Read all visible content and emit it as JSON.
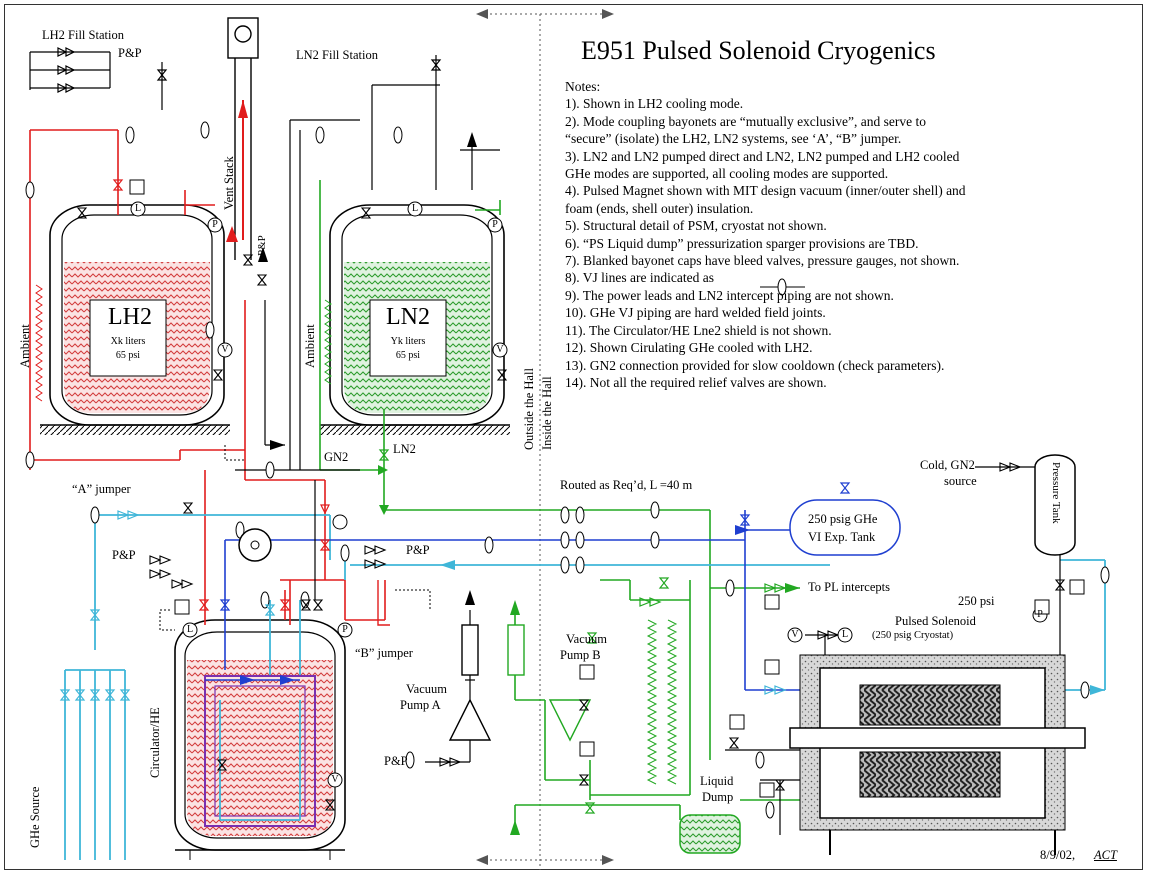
{
  "title": "E951 Pulsed Solenoid Cryogenics",
  "notes": {
    "heading": "Notes:",
    "items": [
      "1). Shown in LH2 cooling mode.",
      "2). Mode coupling bayonets are “mutually exclusive”, and serve to",
      "“secure” (isolate) the LH2, LN2 systems, see ‘A’, “B” jumper.",
      "3). LN2 and LN2 pumped direct and LN2, LN2 pumped and LH2 cooled",
      "GHe modes are supported, all cooling modes are supported.",
      "4). Pulsed Magnet shown with MIT design vacuum (inner/outer shell) and",
      "foam (ends, shell outer) insulation.",
      "5). Structural detail of PSM, cryostat not shown.",
      "6). “PS Liquid dump” pressurization sparger provisions are TBD.",
      "7). Blanked bayonet caps have bleed valves, pressure gauges, not shown.",
      "8). VJ lines are indicated as",
      "9). The power leads and LN2 intercept piping are not shown.",
      "10). GHe VJ piping are hard welded field joints.",
      "11). The Circulator/HE Lne2 shield is not shown.",
      "12). Shown Cirulating GHe cooled with LH2.",
      "13). GN2 connection provided for slow cooldown (check parameters).",
      "14). Not all the required relief valves are shown."
    ]
  },
  "labels": {
    "lh2_fill": "LH2 Fill Station",
    "ln2_fill": "LN2 Fill Station",
    "pp": "P&P",
    "vent_stack": "Vent Stack",
    "lh2_tank": "LH2",
    "lh2_volume": "Xk liters",
    "lh2_pressure": "65 psi",
    "ln2_tank": "LN2",
    "ln2_volume": "Yk liters",
    "ln2_pressure": "65 psi",
    "ambient": "Ambient",
    "a_jumper": "“A” jumper",
    "b_jumper": "“B” jumper",
    "gn2": "GN2",
    "ln2": "LN2",
    "outside_hall": "Outside the Hall",
    "inside_hall": "Inside the Hall",
    "routed": "Routed as Req’d, L =40 m",
    "cold_gn2_1": "Cold, GN2",
    "cold_gn2_2": "source",
    "pressure_tank": "Pressure Tank",
    "exp_tank_1": "250  psig GHe",
    "exp_tank_2": "VI Exp. Tank",
    "to_pl": "To PL intercepts",
    "psi250": "250  psi",
    "pulsed_solenoid": "Pulsed Solenoid",
    "cryostat": "(250 psig Cryostat)",
    "vacuum_a_1": "Vacuum",
    "vacuum_a_2": "Pump A",
    "vacuum_b_1": "Vacuum",
    "vacuum_b_2": "Pump B",
    "liquid_dump_1": "Liquid",
    "liquid_dump_2": "Dump",
    "ghe_source": "GHe Source",
    "circulator": "Circulator/HE",
    "date": "8/9/02,",
    "author": "ACT",
    "letter_l": "L",
    "letter_p": "P",
    "letter_v": "V"
  },
  "colors": {
    "lh2": "#e11d1d",
    "ln2": "#22a822",
    "ghe": "#3fb6d8",
    "blue": "#1f3fd0",
    "purple": "#7a2fb0",
    "black": "#000000"
  }
}
